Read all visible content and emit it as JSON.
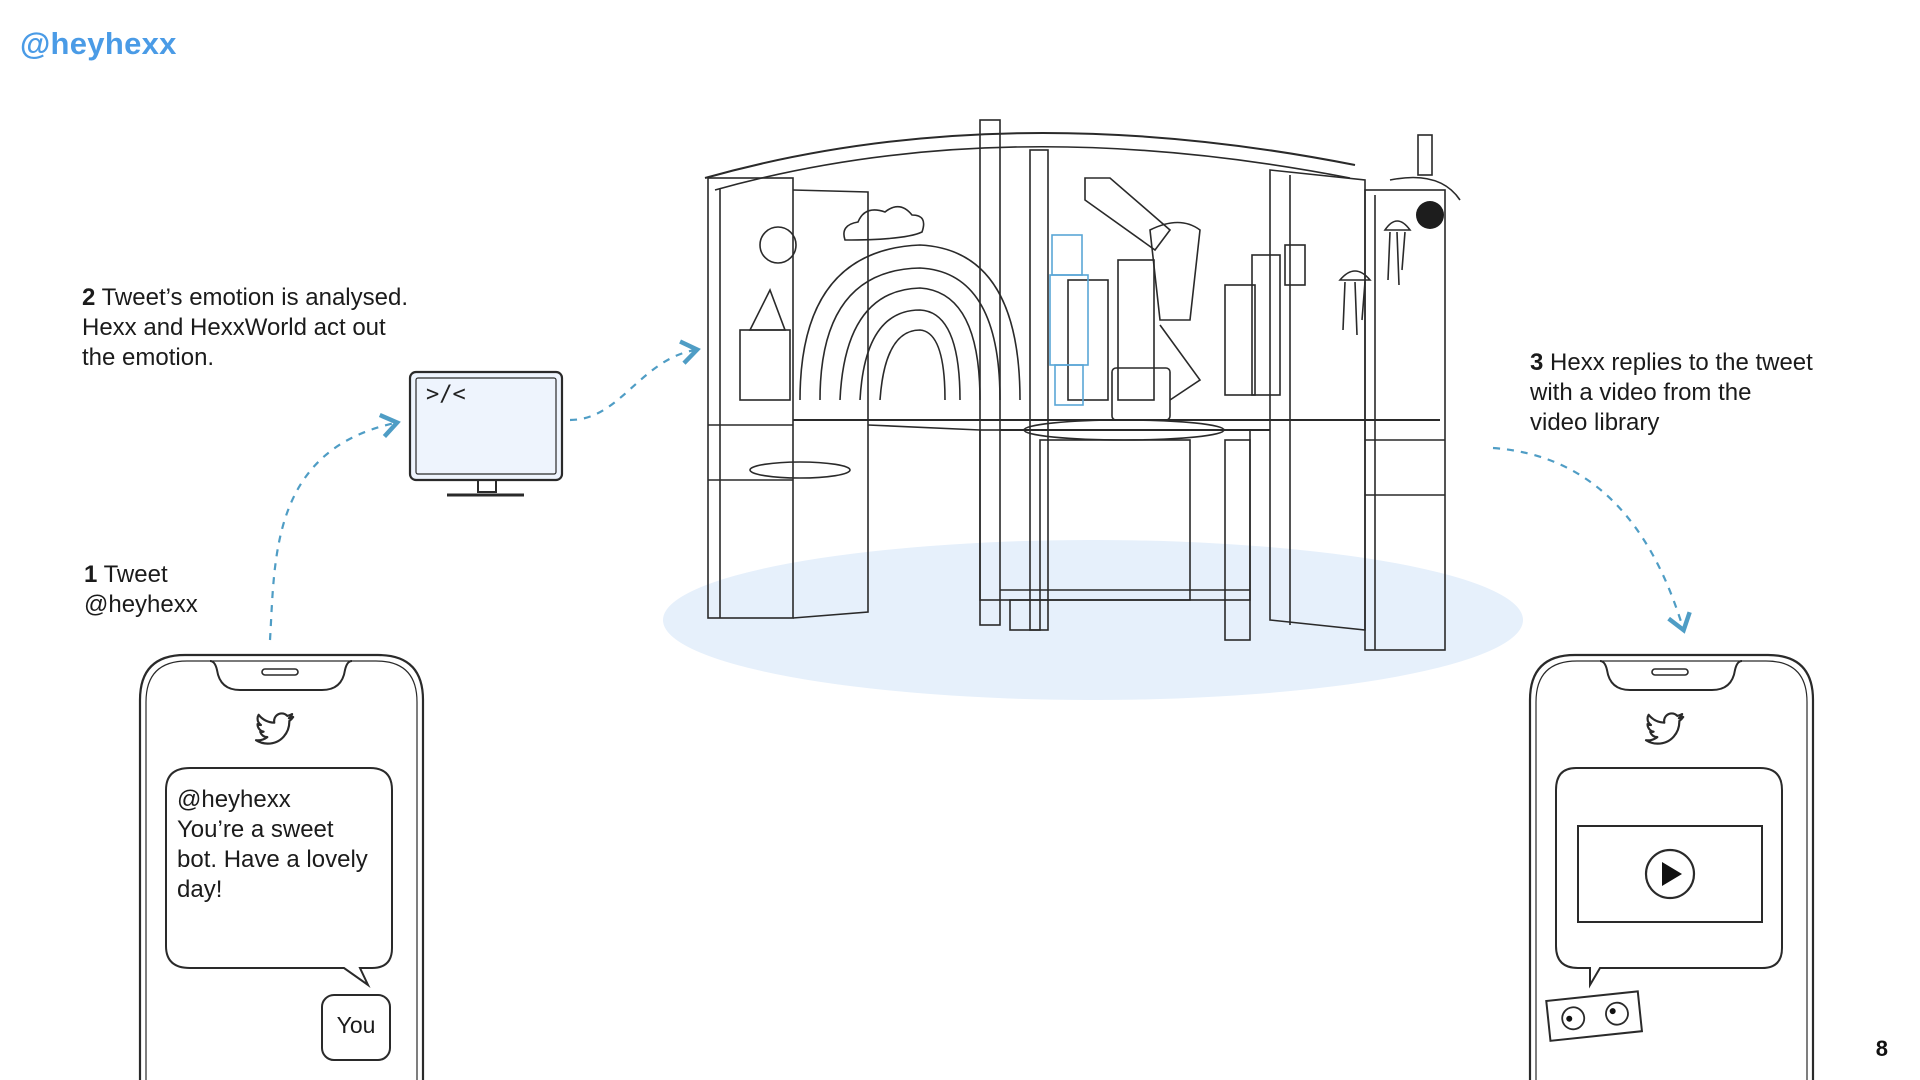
{
  "header": {
    "handle": "@heyhexx"
  },
  "steps": {
    "one": {
      "num": "1",
      "text_line1": "Tweet",
      "text_line2": "@heyhexx"
    },
    "two": {
      "num": "2",
      "text_line1": "Tweet’s emotion is analysed.",
      "text_line2": "Hexx and HexxWorld act out",
      "text_line3": "the emotion."
    },
    "three": {
      "num": "3",
      "text_line1": "Hexx replies to the tweet",
      "text_line2": "with a video from the",
      "text_line3": "video library"
    }
  },
  "left_phone": {
    "tweet_line1": "@heyhexx",
    "tweet_line2": "You’re a sweet",
    "tweet_line3": "bot. Have a lovely",
    "tweet_line4": "day!",
    "user_label": "You",
    "icon": "twitter-bird-icon"
  },
  "computer": {
    "screen_text": ">/<",
    "icon": "monitor-icon"
  },
  "right_phone": {
    "icon": "twitter-bird-icon",
    "video_icon": "play-icon"
  },
  "page_number": "8",
  "colors": {
    "accent": "#4a9be6",
    "arrow": "#4f9dc5",
    "platform": "#e6f0fb",
    "screen": "#eef4fd",
    "line": "#2a2a2a"
  }
}
